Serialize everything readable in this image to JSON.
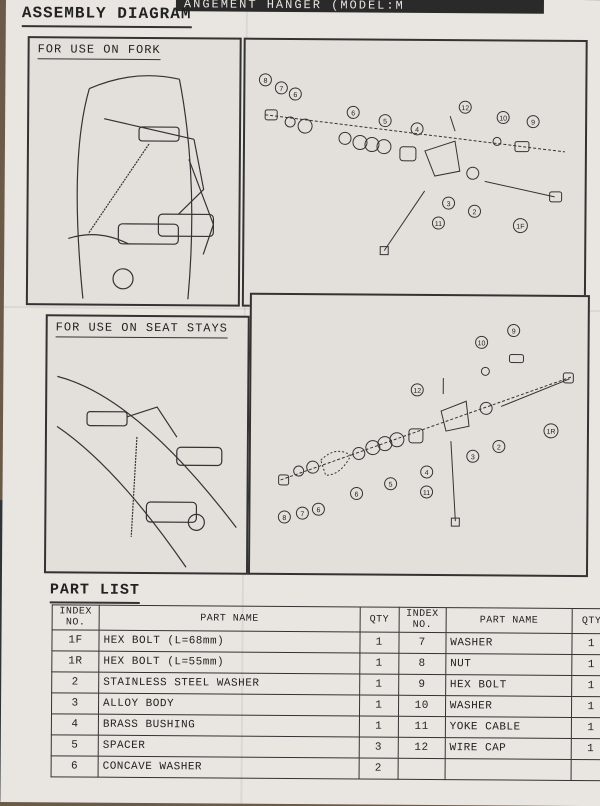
{
  "top_banner": "ANGEMENT HANGER (MODEL:M",
  "assembly_heading": "ASSEMBLY DIAGRAM",
  "panels": {
    "fork_title": "FOR USE ON FORK",
    "seat_title": "FOR USE ON SEAT STAYS"
  },
  "fork_callouts": [
    "8",
    "7",
    "6",
    "6",
    "5",
    "4",
    "12",
    "10",
    "9",
    "3",
    "2",
    "1F",
    "11"
  ],
  "seat_callouts": [
    "10",
    "9",
    "12",
    "1R",
    "2",
    "3",
    "4",
    "5",
    "6",
    "11",
    "8",
    "7",
    "6"
  ],
  "part_list": {
    "heading": "PART LIST",
    "headers": {
      "index": "INDEX NO.",
      "part_name": "PART NAME",
      "qty": "QTY"
    },
    "left_rows": [
      {
        "index": "1F",
        "name": "HEX BOLT (L=68mm)",
        "qty": "1"
      },
      {
        "index": "1R",
        "name": "HEX BOLT (L=55mm)",
        "qty": "1"
      },
      {
        "index": "2",
        "name": "STAINLESS STEEL WASHER",
        "qty": "1"
      },
      {
        "index": "3",
        "name": "ALLOY BODY",
        "qty": "1"
      },
      {
        "index": "4",
        "name": "BRASS BUSHING",
        "qty": "1"
      },
      {
        "index": "5",
        "name": "SPACER",
        "qty": "3"
      },
      {
        "index": "6",
        "name": "CONCAVE WASHER",
        "qty": "2"
      }
    ],
    "right_rows": [
      {
        "index": "7",
        "name": "WASHER",
        "qty": "1"
      },
      {
        "index": "8",
        "name": "NUT",
        "qty": "1"
      },
      {
        "index": "9",
        "name": "HEX BOLT",
        "qty": "1"
      },
      {
        "index": "10",
        "name": "WASHER",
        "qty": "1"
      },
      {
        "index": "11",
        "name": "YOKE CABLE",
        "qty": "1"
      },
      {
        "index": "12",
        "name": "WIRE CAP",
        "qty": "1"
      },
      {
        "index": "",
        "name": "",
        "qty": ""
      }
    ]
  }
}
